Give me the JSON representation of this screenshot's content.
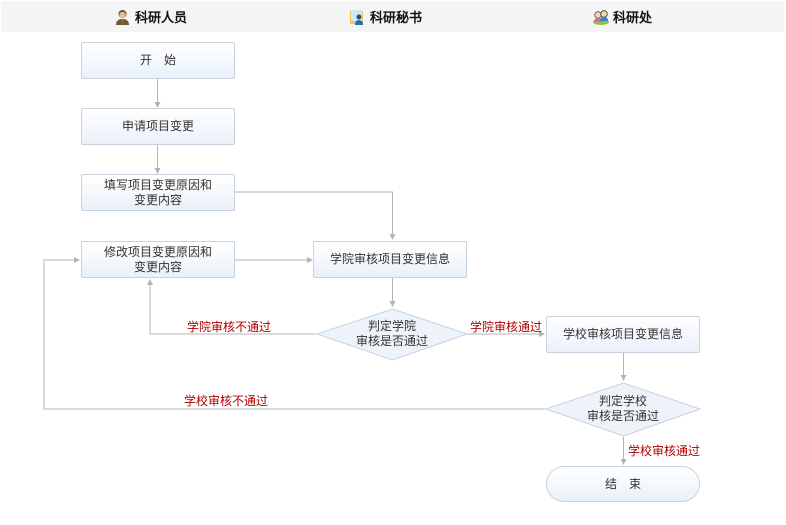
{
  "swimlanes": [
    {
      "label": "科研人员",
      "icon": "researcher-icon"
    },
    {
      "label": "科研秘书",
      "icon": "secretary-icon"
    },
    {
      "label": "科研处",
      "icon": "research-office-icon"
    }
  ],
  "nodes": {
    "start": "开　始",
    "apply": "申请项目变更",
    "fill": "填写项目变更原因和\n变更内容",
    "modify": "修改项目变更原因和\n变更内容",
    "college_review": "学院审核项目变更信息",
    "college_decision": "判定学院\n审核是否通过",
    "school_review": "学校审核项目变更信息",
    "school_decision": "判定学校\n审核是否通过",
    "end": "结　束"
  },
  "edge_labels": {
    "college_fail": "学院审核不通过",
    "college_pass": "学院审核通过",
    "school_fail": "学校审核不通过",
    "school_pass": "学校审核通过"
  },
  "colors": {
    "header_bg": "#f5f5f5",
    "node_border": "#c8d3e0",
    "line": "#b4b4b4",
    "edge_label": "#b00000"
  }
}
